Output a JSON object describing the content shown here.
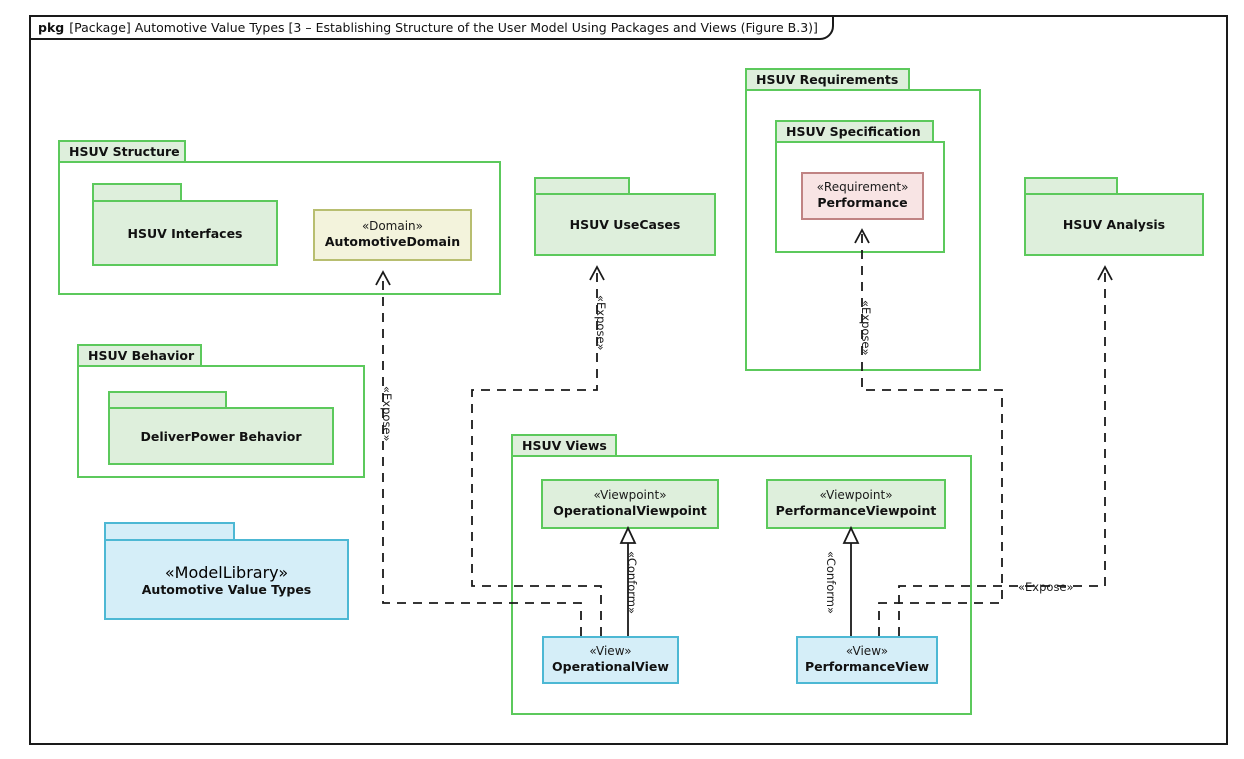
{
  "diagram": {
    "frame_kind": "pkg",
    "frame_title": "[Package] Automotive Value Types [3 – Establishing Structure of the User Model Using Packages and Views (Figure B.3)]",
    "colors": {
      "package_border": "#5cc95c",
      "package_fill": "#deefdc",
      "requirement_border": "#c08383",
      "requirement_fill": "#f8e4e4",
      "domain_border": "#b8be70",
      "domain_fill": "#f3f3dc",
      "view_border": "#4db8d4",
      "view_fill": "#d5eef8",
      "connector": "#1a1a1a",
      "frame_border": "#1a1a1a"
    }
  },
  "packages": {
    "hsuv_structure": {
      "label": "HSUV Structure"
    },
    "hsuv_interfaces": {
      "label": "HSUV Interfaces"
    },
    "hsuv_behavior": {
      "label": "HSUV Behavior"
    },
    "deliverpower_behavior": {
      "label": "DeliverPower Behavior"
    },
    "hsuv_usecases": {
      "label": "HSUV UseCases"
    },
    "hsuv_analysis": {
      "label": "HSUV Analysis"
    },
    "hsuv_requirements": {
      "label": "HSUV Requirements"
    },
    "hsuv_specification": {
      "label": "HSUV Specification"
    },
    "hsuv_views": {
      "label": "HSUV Views"
    },
    "automotive_value_types": {
      "stereotype": "«ModelLibrary»",
      "label": "Automotive Value Types"
    }
  },
  "elements": {
    "automotive_domain": {
      "stereotype": "«Domain»",
      "name": "AutomotiveDomain"
    },
    "performance_requirement": {
      "stereotype": "«Requirement»",
      "name": "Performance"
    },
    "operational_viewpoint": {
      "stereotype": "«Viewpoint»",
      "name": "OperationalViewpoint"
    },
    "performance_viewpoint": {
      "stereotype": "«Viewpoint»",
      "name": "PerformanceViewpoint"
    },
    "operational_view": {
      "stereotype": "«View»",
      "name": "OperationalView"
    },
    "performance_view": {
      "stereotype": "«View»",
      "name": "PerformanceView"
    }
  },
  "connectors": [
    {
      "id": "expose-domain",
      "label": "«Expose»",
      "kind": "dependency",
      "from": "OperationalView",
      "to": "AutomotiveDomain"
    },
    {
      "id": "expose-usecases",
      "label": "«Expose»",
      "kind": "dependency",
      "from": "OperationalView",
      "to": "HSUV UseCases"
    },
    {
      "id": "expose-performance",
      "label": "«Expose»",
      "kind": "dependency",
      "from": "PerformanceView",
      "to": "Performance"
    },
    {
      "id": "expose-analysis",
      "label": "«Expose»",
      "kind": "dependency",
      "from": "PerformanceView",
      "to": "HSUV Analysis"
    },
    {
      "id": "conform-operational",
      "label": "«Conform»",
      "kind": "generalization",
      "from": "OperationalView",
      "to": "OperationalViewpoint"
    },
    {
      "id": "conform-performance",
      "label": "«Conform»",
      "kind": "generalization",
      "from": "PerformanceView",
      "to": "PerformanceViewpoint"
    }
  ]
}
